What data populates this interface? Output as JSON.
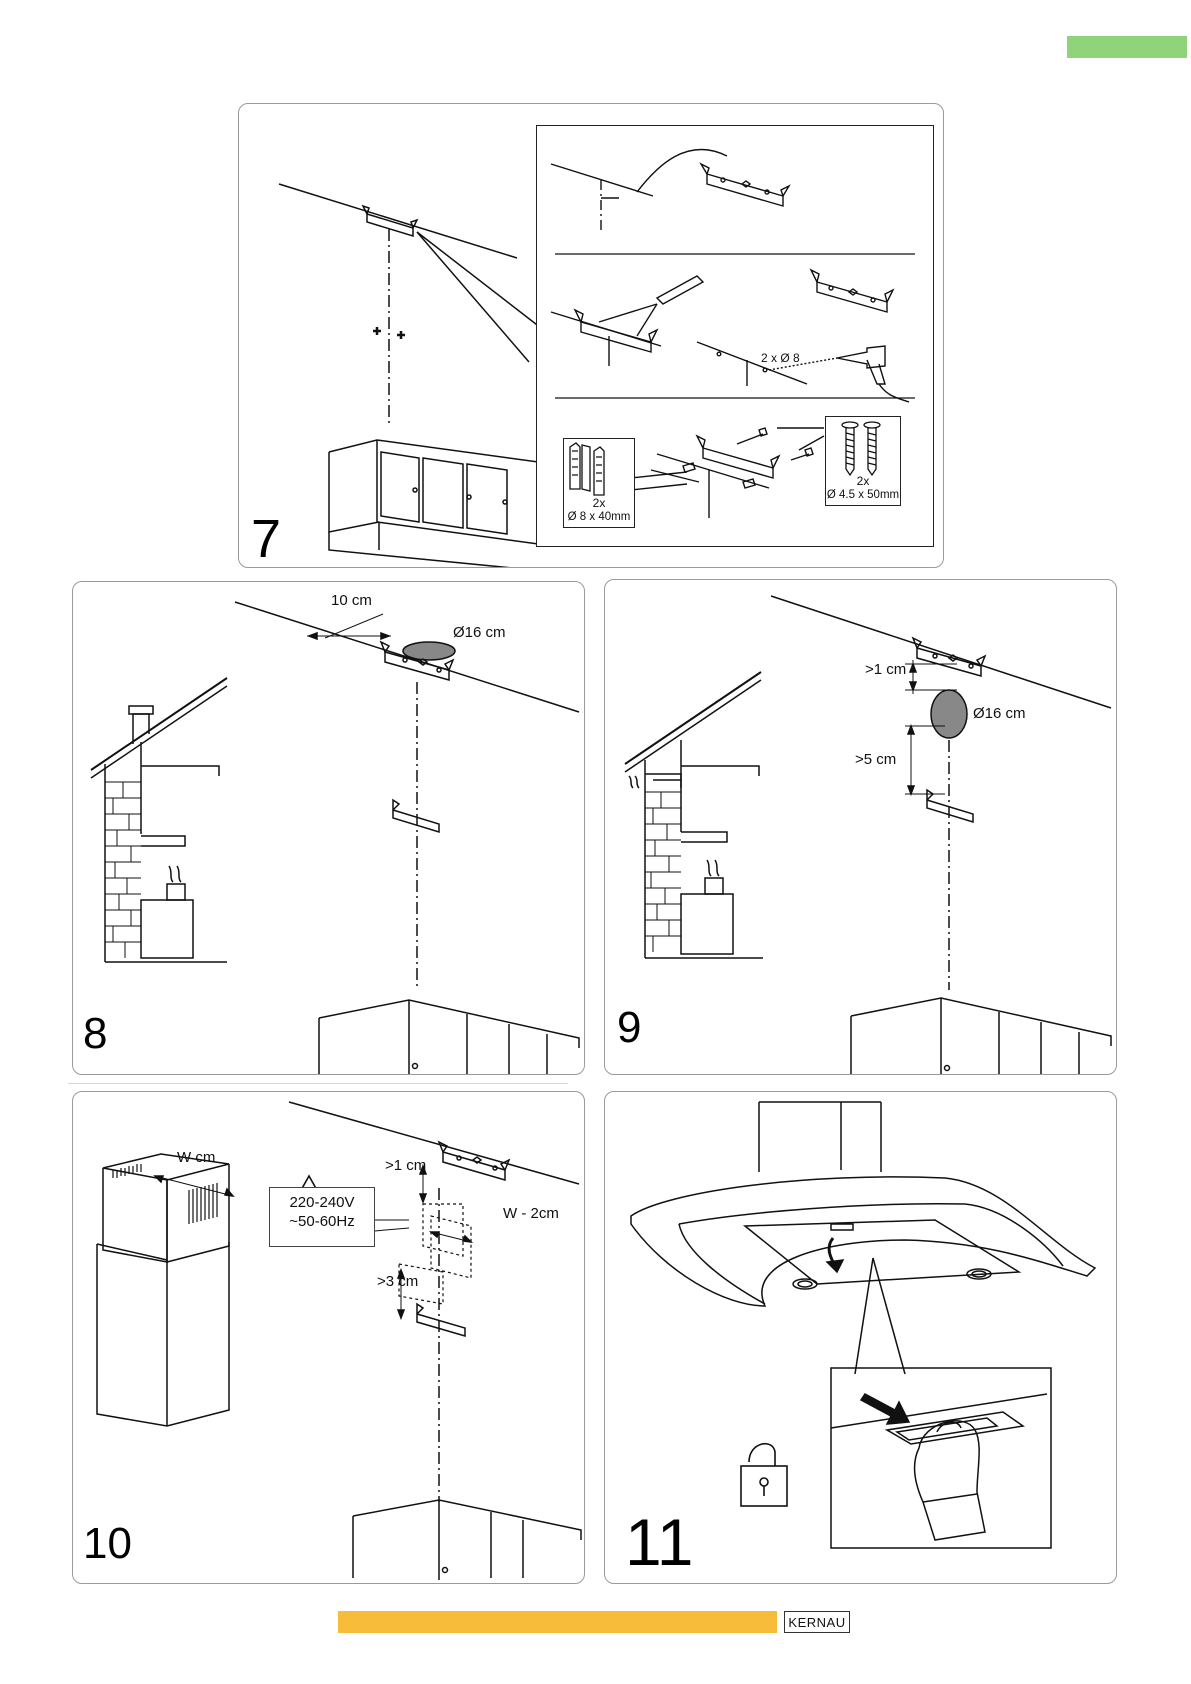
{
  "colors": {
    "top_accent": "#8fd47a",
    "footer_bar": "#f7bd3a",
    "line": "#111111",
    "frame": "#9a9a9a"
  },
  "steps": {
    "s7": {
      "number": "7",
      "drill_label": "2 x Ø 8",
      "dowel_count": "2x",
      "dowel_size": "Ø 8 x 40mm",
      "screw_count": "2x",
      "screw_size": "Ø 4.5 x 50mm"
    },
    "s8": {
      "number": "8",
      "offset_label": "10 cm",
      "hole_label": "Ø16 cm"
    },
    "s9": {
      "number": "9",
      "gap_top_label": ">1 cm",
      "hole_label": "Ø16 cm",
      "gap_bottom_label": ">5 cm"
    },
    "s10": {
      "number": "10",
      "width_label": "W cm",
      "warning_icon": "warning-triangle-icon",
      "voltage": "220-240V",
      "frequency": "~50-60Hz",
      "gap_top_label": ">1 cm",
      "socket_width_label": "W - 2cm",
      "gap_bottom_label": ">3 cm"
    },
    "s11": {
      "number": "11",
      "unlock_icon": "padlock-open-icon"
    }
  },
  "footer": {
    "brand": "KERNAU"
  }
}
